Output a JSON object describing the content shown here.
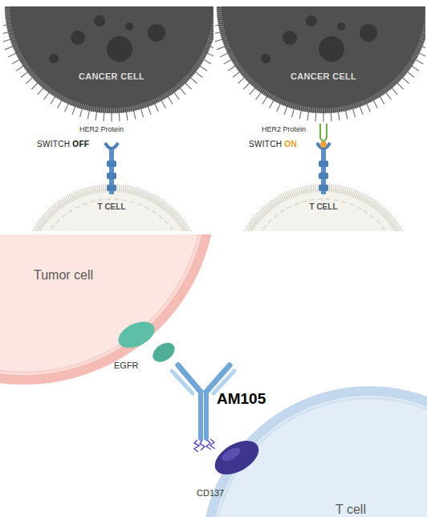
{
  "diagram": {
    "nodes": [
      {
        "text": [
          "CANCER CELL"
        ]
      },
      {
        "text": [
          "T CELL"
        ]
      },
      {
        "text": [
          "CANCER CELL"
        ]
      },
      {
        "text": [
          "T CELL"
        ]
      },
      {
        "text": [
          "Tumor cell"
        ]
      },
      {
        "text": [
          "EGFR"
        ]
      },
      {
        "text": [
          "AM105"
        ]
      },
      {
        "text": [
          "CD137"
        ]
      },
      {
        "text": [
          "T cell"
        ]
      }
    ],
    "labels": [
      "HER2 Protein",
      "SWITCH OFF",
      "HER2 Protein",
      "SWITCH ON"
    ]
  }
}
